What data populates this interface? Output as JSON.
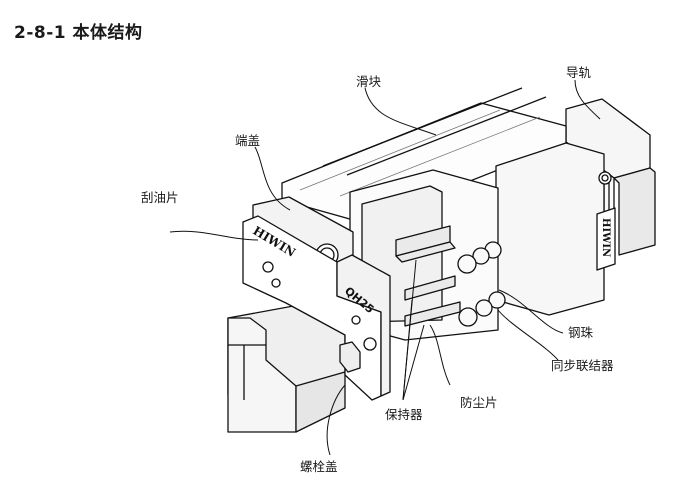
{
  "title": "2-8-1 本体结构",
  "labels": {
    "slider": "滑块",
    "rail": "导轨",
    "end_cap": "端盖",
    "scraper": "刮油片",
    "steel_ball": "钢珠",
    "synchronizer": "同步联结器",
    "dust_seal": "防尘片",
    "retainer": "保持器",
    "bolt_cap": "螺栓盖"
  },
  "markings": {
    "brand": "HIWIN",
    "model": "QH25"
  }
}
